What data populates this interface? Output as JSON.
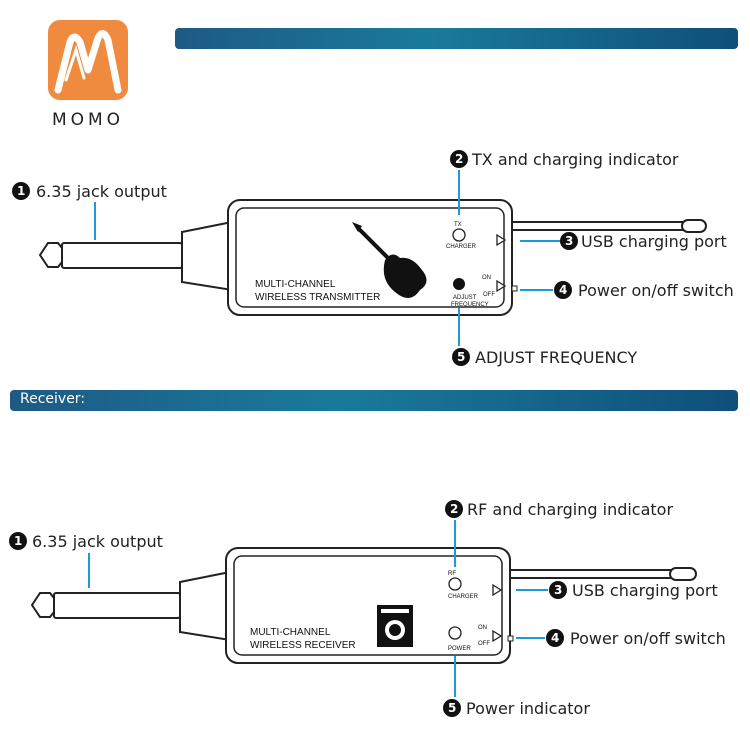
{
  "brand": {
    "name": "MOMO",
    "logo_colors": {
      "orange": "#ef8a3e",
      "white": "#ffffff"
    }
  },
  "bands": {
    "receiver_label": "Receiver:"
  },
  "accent": "#1b9cd8",
  "transmitter": {
    "device_text_1": "MULTI-CHANNEL",
    "device_text_2": "WIRELESS TRANSMITTER",
    "led_top": "TX",
    "led_bottom": "CHARGER",
    "switch_on": "ON",
    "switch_off": "OFF",
    "adjust_1": "ADJUST",
    "adjust_2": "FREQUENCY",
    "callouts": [
      {
        "num": "1",
        "text": "6.35 jack output"
      },
      {
        "num": "2",
        "text": "TX and charging indicator"
      },
      {
        "num": "3",
        "text": "USB charging port"
      },
      {
        "num": "4",
        "text": "Power on/off switch"
      },
      {
        "num": "5",
        "text": "ADJUST FREQUENCY"
      }
    ]
  },
  "receiver": {
    "device_text_1": "MULTI-CHANNEL",
    "device_text_2": "WIRELESS RECEIVER",
    "led_top": "RF",
    "led_bottom": "CHARGER",
    "switch_on": "ON",
    "switch_off": "OFF",
    "power": "POWER",
    "callouts": [
      {
        "num": "1",
        "text": "6.35 jack output"
      },
      {
        "num": "2",
        "text": "RF and charging indicator"
      },
      {
        "num": "3",
        "text": "USB charging port"
      },
      {
        "num": "4",
        "text": "Power on/off switch"
      },
      {
        "num": "5",
        "text": "Power indicator"
      }
    ]
  }
}
